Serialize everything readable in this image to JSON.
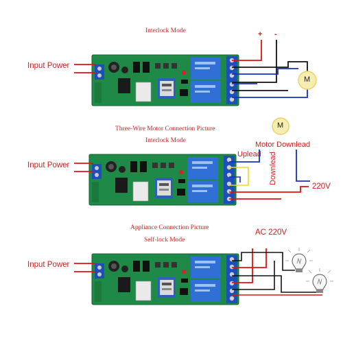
{
  "diagram1": {
    "title": "Interlock Mode",
    "input_label": "Input Power",
    "plus": "+",
    "minus": "-",
    "motor_letter": "M"
  },
  "diagram2": {
    "title_line1": "Three-Wire Motor Connection Picture",
    "title_line2": "Interlock Mode",
    "input_label": "Input Power",
    "motor_letter": "M",
    "motor_downlead": "Motor Downlead",
    "uplead": "Uplead",
    "downlead": "Downlead",
    "voltage": "220V"
  },
  "diagram3": {
    "title_line1": "Appliance Connection Picture",
    "title_line2": "Self-lock Mode",
    "input_label": "Input Power",
    "voltage": "AC 220V"
  },
  "colors": {
    "label_red": "#cc1f1f",
    "wire_red": "#e01010",
    "wire_blue": "#1030c0",
    "wire_black": "#111111",
    "pcb_green": "#1e8a45",
    "relay_blue": "#2f6fd6",
    "motor_yellow": "#f6eeb0"
  }
}
